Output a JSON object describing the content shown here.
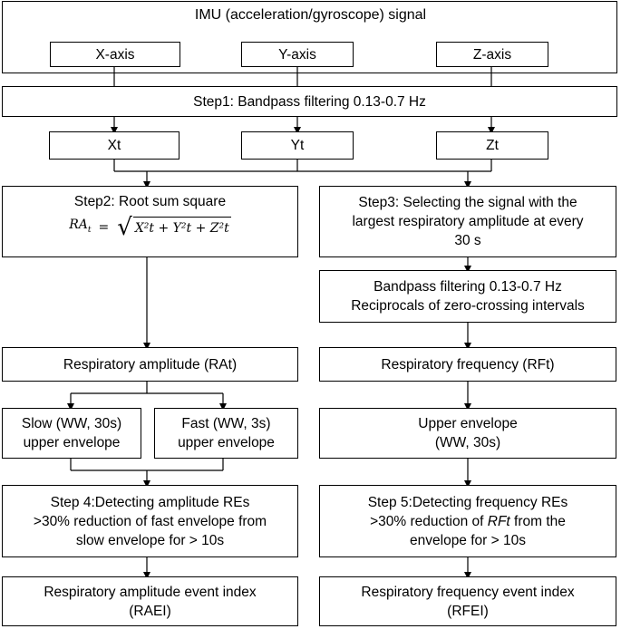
{
  "imu": {
    "title": "IMU (acceleration/gyroscope) signal",
    "x_axis": "X-axis",
    "y_axis": "Y-axis",
    "z_axis": "Z-axis"
  },
  "step1": "Step1: Bandpass filtering 0.13-0.7 Hz",
  "filtered": {
    "xt": "Xt",
    "yt": "Yt",
    "zt": "Zt"
  },
  "step2": {
    "title": "Step2: Root sum square",
    "formula_lhs": "RA",
    "formula_lhs_sub": "t",
    "formula_eq": "=",
    "formula_terms": "X²t + Y²t + Z²t"
  },
  "step3": {
    "line1": "Step3: Selecting the signal with the",
    "line2": "largest respiratory amplitude at every",
    "line3": "30 s"
  },
  "freq_processing": {
    "line1": "Bandpass filtering 0.13-0.7 Hz",
    "line2": "Reciprocals of zero-crossing intervals"
  },
  "resp_amplitude": "Respiratory amplitude (RAt)",
  "resp_frequency": "Respiratory frequency (RFt)",
  "slow_env": {
    "line1": "Slow (WW, 30s)",
    "line2": "upper envelope"
  },
  "fast_env": {
    "line1": "Fast (WW, 3s)",
    "line2": "upper envelope"
  },
  "upper_env": {
    "line1": "Upper envelope",
    "line2": "(WW, 30s)"
  },
  "step4": {
    "line1": "Step 4:Detecting amplitude REs",
    "line2": ">30% reduction of fast envelope from",
    "line3": "slow envelope for > 10s"
  },
  "step5": {
    "line1": "Step 5:Detecting frequency REs",
    "line2_pre": ">30% reduction of ",
    "line2_ital": "RFt",
    "line2_post": " from the",
    "line3": "envelope for > 10s"
  },
  "raei": {
    "line1": "Respiratory amplitude event index",
    "line2": "(RAEI)"
  },
  "rfei": {
    "line1": "Respiratory frequency event index",
    "line2": "(RFEI)"
  }
}
